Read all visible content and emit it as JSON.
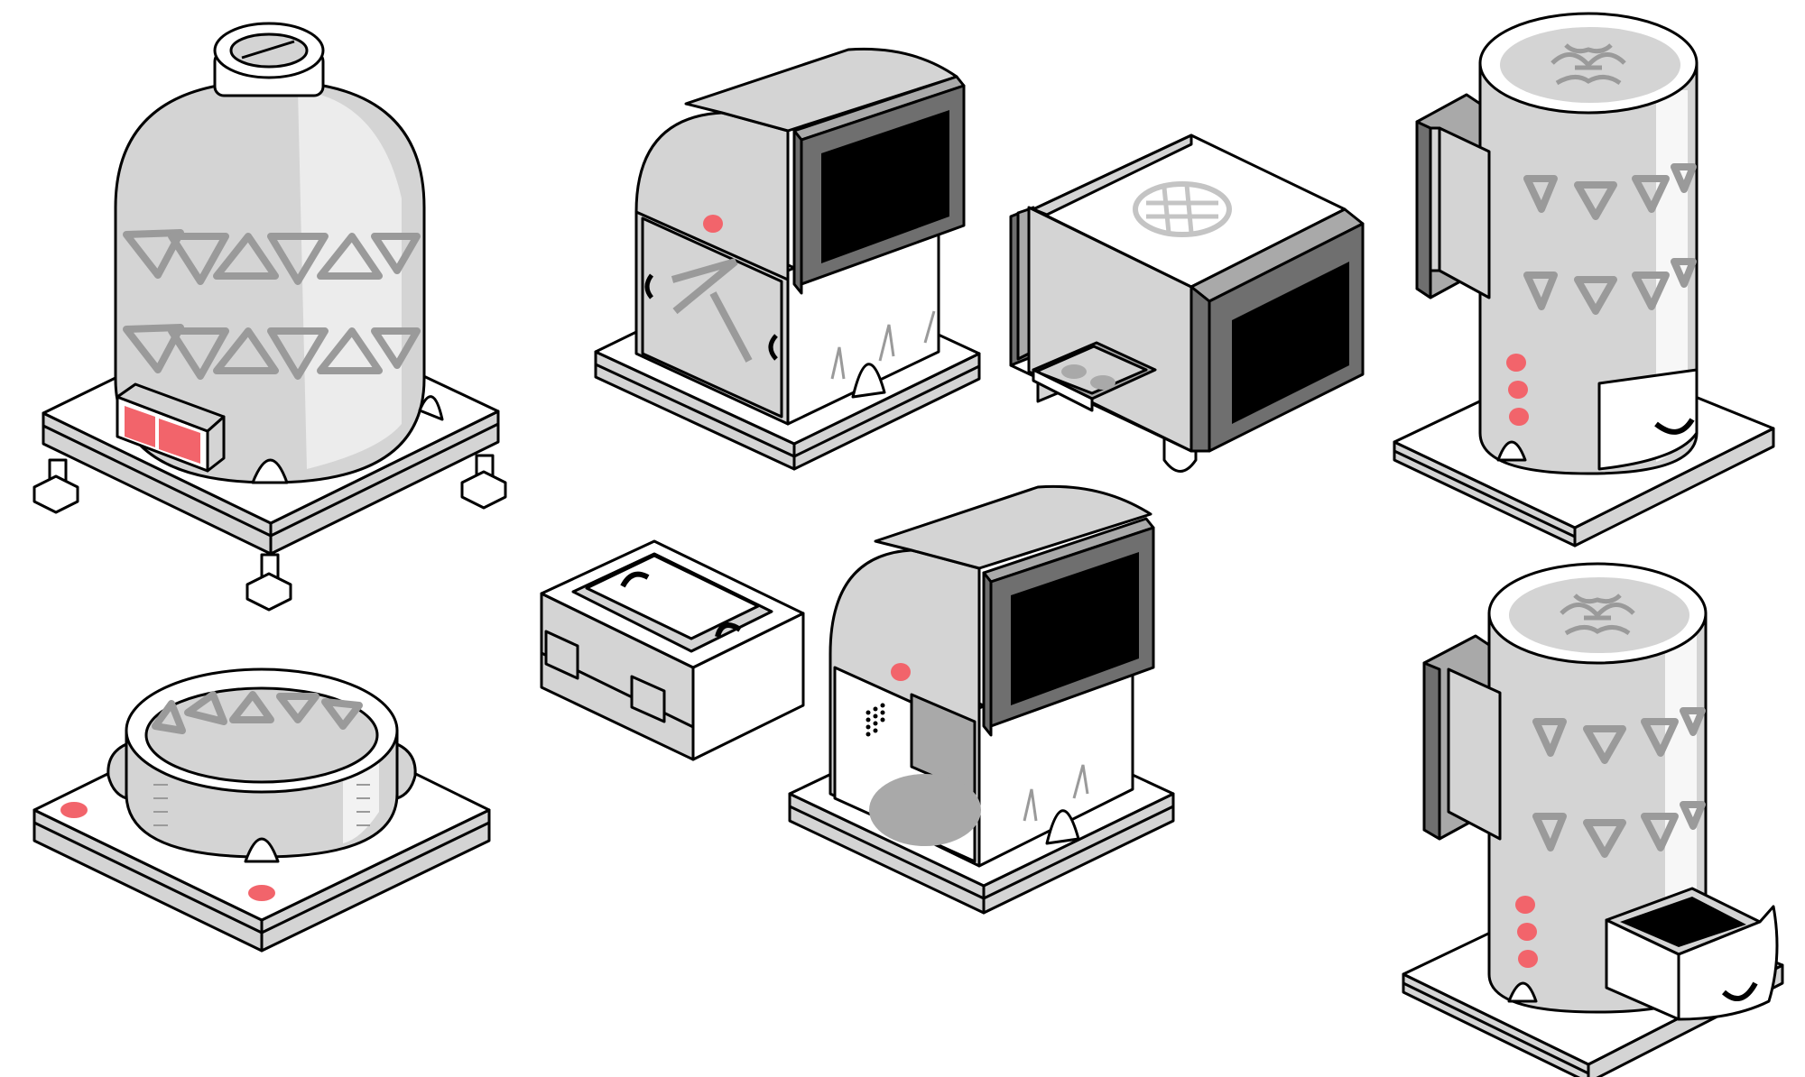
{
  "sheet": {
    "background": "#ffffff",
    "palette": {
      "outline": "#000000",
      "light": "#ffffff",
      "mid": "#d4d4d4",
      "dark": "#a9a9a9",
      "darker": "#6f6f6f",
      "screen": "#000000",
      "accent": "#f2646b",
      "pattern": "#9a9a9a"
    },
    "sprites": [
      {
        "name": "dome-tank",
        "icon": "dome-tank-icon"
      },
      {
        "name": "ring-pool",
        "icon": "ring-pool-icon"
      },
      {
        "name": "monitor-cabinet",
        "icon": "monitor-cabinet-icon"
      },
      {
        "name": "open-crate",
        "icon": "open-crate-icon"
      },
      {
        "name": "monitor-cabinet-open",
        "icon": "monitor-cabinet-open-icon"
      },
      {
        "name": "screen-box",
        "icon": "screen-box-icon"
      },
      {
        "name": "cylinder-tower",
        "icon": "cylinder-tower-icon"
      },
      {
        "name": "cylinder-tower-open",
        "icon": "cylinder-tower-open-icon"
      }
    ]
  }
}
